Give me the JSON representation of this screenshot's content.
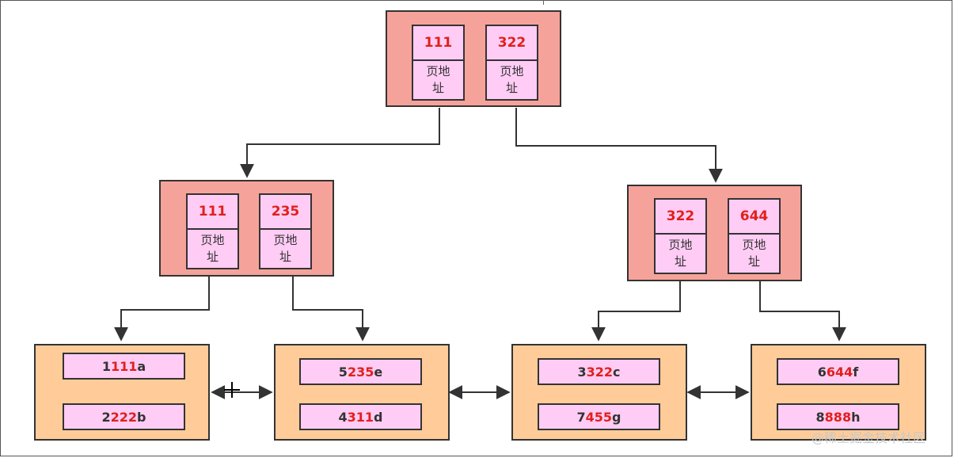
{
  "addr_label": "页地址",
  "root": {
    "entries": [
      {
        "key": "111",
        "addr": "页地址"
      },
      {
        "key": "322",
        "addr": "页地址"
      }
    ]
  },
  "mid_left": {
    "entries": [
      {
        "key": "111",
        "addr": "页地址"
      },
      {
        "key": "235",
        "addr": "页地址"
      }
    ]
  },
  "mid_right": {
    "entries": [
      {
        "key": "322",
        "addr": "页地址"
      },
      {
        "key": "644",
        "addr": "页地址"
      }
    ]
  },
  "leaves": [
    {
      "records": [
        {
          "pre": "1",
          "key": "111",
          "suf": "a"
        },
        {
          "pre": "2",
          "key": "222",
          "suf": "b"
        }
      ]
    },
    {
      "records": [
        {
          "pre": "5",
          "key": "235",
          "suf": "e"
        },
        {
          "pre": "4",
          "key": "311",
          "suf": "d"
        }
      ]
    },
    {
      "records": [
        {
          "pre": "3",
          "key": "322",
          "suf": "c"
        },
        {
          "pre": "7",
          "key": "455",
          "suf": "g"
        }
      ]
    },
    {
      "records": [
        {
          "pre": "6",
          "key": "644",
          "suf": "f"
        },
        {
          "pre": "8",
          "key": "888",
          "suf": "h"
        }
      ]
    }
  ],
  "watermark": "@稀土掘金技术社区",
  "colors": {
    "internal_node": "#f5a39a",
    "entry_cell": "#ffccf5",
    "leaf_node": "#ffcc99",
    "key_text": "#e0201a",
    "border": "#333333"
  }
}
